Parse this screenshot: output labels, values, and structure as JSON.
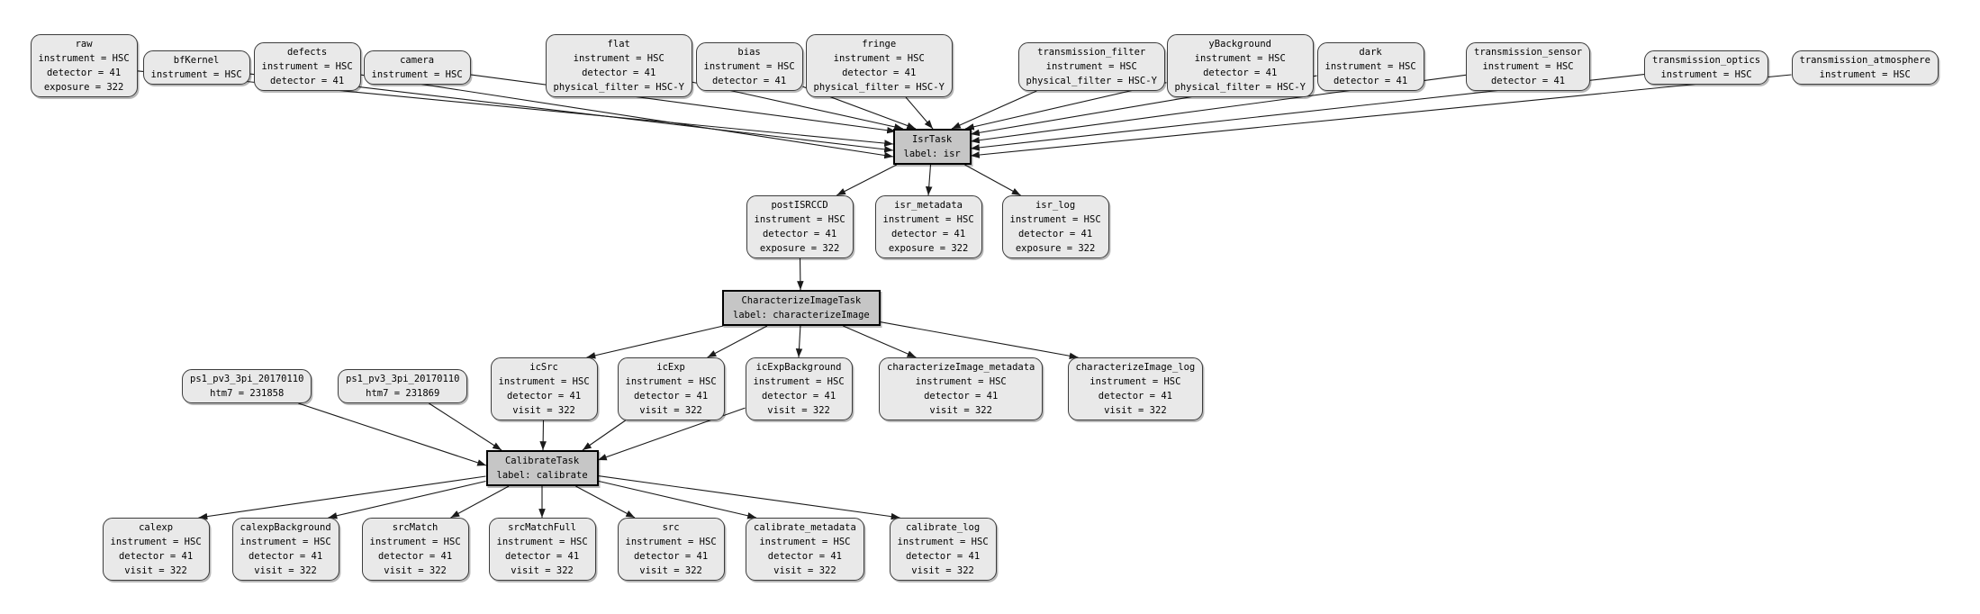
{
  "diagram": {
    "kind": "pipeline-quantum-graph",
    "colors": {
      "background": "#ffffff",
      "dataset_fill": "#e9e9e9",
      "task_fill": "#c6c6c6",
      "node_border": "#3c3c3c",
      "edge": "#1a1a1a"
    }
  },
  "nodes": [
    {
      "id": "raw",
      "kind": "dataset",
      "lines": [
        "raw",
        "instrument = HSC",
        "detector = 41",
        "exposure = 322"
      ]
    },
    {
      "id": "bfKernel",
      "kind": "dataset",
      "lines": [
        "bfKernel",
        "instrument = HSC"
      ]
    },
    {
      "id": "defects",
      "kind": "dataset",
      "lines": [
        "defects",
        "instrument = HSC",
        "detector = 41"
      ]
    },
    {
      "id": "camera",
      "kind": "dataset",
      "lines": [
        "camera",
        "instrument = HSC"
      ]
    },
    {
      "id": "flat",
      "kind": "dataset",
      "lines": [
        "flat",
        "instrument = HSC",
        "detector = 41",
        "physical_filter = HSC-Y"
      ]
    },
    {
      "id": "bias",
      "kind": "dataset",
      "lines": [
        "bias",
        "instrument = HSC",
        "detector = 41"
      ]
    },
    {
      "id": "fringe",
      "kind": "dataset",
      "lines": [
        "fringe",
        "instrument = HSC",
        "detector = 41",
        "physical_filter = HSC-Y"
      ]
    },
    {
      "id": "transmission_filter",
      "kind": "dataset",
      "lines": [
        "transmission_filter",
        "instrument = HSC",
        "physical_filter = HSC-Y"
      ]
    },
    {
      "id": "yBackground",
      "kind": "dataset",
      "lines": [
        "yBackground",
        "instrument = HSC",
        "detector = 41",
        "physical_filter = HSC-Y"
      ]
    },
    {
      "id": "dark",
      "kind": "dataset",
      "lines": [
        "dark",
        "instrument = HSC",
        "detector = 41"
      ]
    },
    {
      "id": "transmission_sensor",
      "kind": "dataset",
      "lines": [
        "transmission_sensor",
        "instrument = HSC",
        "detector = 41"
      ]
    },
    {
      "id": "transmission_optics",
      "kind": "dataset",
      "lines": [
        "transmission_optics",
        "instrument = HSC"
      ]
    },
    {
      "id": "transmission_atmosphere",
      "kind": "dataset",
      "lines": [
        "transmission_atmosphere",
        "instrument = HSC"
      ]
    },
    {
      "id": "IsrTask",
      "kind": "task",
      "lines": [
        "IsrTask",
        "label: isr"
      ]
    },
    {
      "id": "postISRCCD",
      "kind": "dataset",
      "lines": [
        "postISRCCD",
        "instrument = HSC",
        "detector = 41",
        "exposure = 322"
      ]
    },
    {
      "id": "isr_metadata",
      "kind": "dataset",
      "lines": [
        "isr_metadata",
        "instrument = HSC",
        "detector = 41",
        "exposure = 322"
      ]
    },
    {
      "id": "isr_log",
      "kind": "dataset",
      "lines": [
        "isr_log",
        "instrument = HSC",
        "detector = 41",
        "exposure = 322"
      ]
    },
    {
      "id": "CharacterizeImageTask",
      "kind": "task",
      "lines": [
        "CharacterizeImageTask",
        "label: characterizeImage"
      ]
    },
    {
      "id": "ps1_231858",
      "kind": "dataset",
      "lines": [
        "ps1_pv3_3pi_20170110",
        "htm7 = 231858"
      ]
    },
    {
      "id": "ps1_231869",
      "kind": "dataset",
      "lines": [
        "ps1_pv3_3pi_20170110",
        "htm7 = 231869"
      ]
    },
    {
      "id": "icSrc",
      "kind": "dataset",
      "lines": [
        "icSrc",
        "instrument = HSC",
        "detector = 41",
        "visit = 322"
      ]
    },
    {
      "id": "icExp",
      "kind": "dataset",
      "lines": [
        "icExp",
        "instrument = HSC",
        "detector = 41",
        "visit = 322"
      ]
    },
    {
      "id": "icExpBackground",
      "kind": "dataset",
      "lines": [
        "icExpBackground",
        "instrument = HSC",
        "detector = 41",
        "visit = 322"
      ]
    },
    {
      "id": "characterizeImage_metadata",
      "kind": "dataset",
      "lines": [
        "characterizeImage_metadata",
        "instrument = HSC",
        "detector = 41",
        "visit = 322"
      ]
    },
    {
      "id": "characterizeImage_log",
      "kind": "dataset",
      "lines": [
        "characterizeImage_log",
        "instrument = HSC",
        "detector = 41",
        "visit = 322"
      ]
    },
    {
      "id": "CalibrateTask",
      "kind": "task",
      "lines": [
        "CalibrateTask",
        "label: calibrate"
      ]
    },
    {
      "id": "calexp",
      "kind": "dataset",
      "lines": [
        "calexp",
        "instrument = HSC",
        "detector = 41",
        "visit = 322"
      ]
    },
    {
      "id": "calexpBackground",
      "kind": "dataset",
      "lines": [
        "calexpBackground",
        "instrument = HSC",
        "detector = 41",
        "visit = 322"
      ]
    },
    {
      "id": "srcMatch",
      "kind": "dataset",
      "lines": [
        "srcMatch",
        "instrument = HSC",
        "detector = 41",
        "visit = 322"
      ]
    },
    {
      "id": "srcMatchFull",
      "kind": "dataset",
      "lines": [
        "srcMatchFull",
        "instrument = HSC",
        "detector = 41",
        "visit = 322"
      ]
    },
    {
      "id": "src",
      "kind": "dataset",
      "lines": [
        "src",
        "instrument = HSC",
        "detector = 41",
        "visit = 322"
      ]
    },
    {
      "id": "calibrate_metadata",
      "kind": "dataset",
      "lines": [
        "calibrate_metadata",
        "instrument = HSC",
        "detector = 41",
        "visit = 322"
      ]
    },
    {
      "id": "calibrate_log",
      "kind": "dataset",
      "lines": [
        "calibrate_log",
        "instrument = HSC",
        "detector = 41",
        "visit = 322"
      ]
    }
  ],
  "edges": [
    {
      "from": "raw",
      "to": "IsrTask"
    },
    {
      "from": "bfKernel",
      "to": "IsrTask"
    },
    {
      "from": "defects",
      "to": "IsrTask"
    },
    {
      "from": "camera",
      "to": "IsrTask"
    },
    {
      "from": "flat",
      "to": "IsrTask"
    },
    {
      "from": "bias",
      "to": "IsrTask"
    },
    {
      "from": "fringe",
      "to": "IsrTask"
    },
    {
      "from": "transmission_filter",
      "to": "IsrTask"
    },
    {
      "from": "yBackground",
      "to": "IsrTask"
    },
    {
      "from": "dark",
      "to": "IsrTask"
    },
    {
      "from": "transmission_sensor",
      "to": "IsrTask"
    },
    {
      "from": "transmission_optics",
      "to": "IsrTask"
    },
    {
      "from": "transmission_atmosphere",
      "to": "IsrTask"
    },
    {
      "from": "IsrTask",
      "to": "postISRCCD"
    },
    {
      "from": "IsrTask",
      "to": "isr_metadata"
    },
    {
      "from": "IsrTask",
      "to": "isr_log"
    },
    {
      "from": "postISRCCD",
      "to": "CharacterizeImageTask"
    },
    {
      "from": "CharacterizeImageTask",
      "to": "icSrc"
    },
    {
      "from": "CharacterizeImageTask",
      "to": "icExp"
    },
    {
      "from": "CharacterizeImageTask",
      "to": "icExpBackground"
    },
    {
      "from": "CharacterizeImageTask",
      "to": "characterizeImage_metadata"
    },
    {
      "from": "CharacterizeImageTask",
      "to": "characterizeImage_log"
    },
    {
      "from": "ps1_231858",
      "to": "CalibrateTask"
    },
    {
      "from": "ps1_231869",
      "to": "CalibrateTask"
    },
    {
      "from": "icSrc",
      "to": "CalibrateTask"
    },
    {
      "from": "icExp",
      "to": "CalibrateTask"
    },
    {
      "from": "icExpBackground",
      "to": "CalibrateTask"
    },
    {
      "from": "CalibrateTask",
      "to": "calexp"
    },
    {
      "from": "CalibrateTask",
      "to": "calexpBackground"
    },
    {
      "from": "CalibrateTask",
      "to": "srcMatch"
    },
    {
      "from": "CalibrateTask",
      "to": "srcMatchFull"
    },
    {
      "from": "CalibrateTask",
      "to": "src"
    },
    {
      "from": "CalibrateTask",
      "to": "calibrate_metadata"
    },
    {
      "from": "CalibrateTask",
      "to": "calibrate_log"
    }
  ]
}
